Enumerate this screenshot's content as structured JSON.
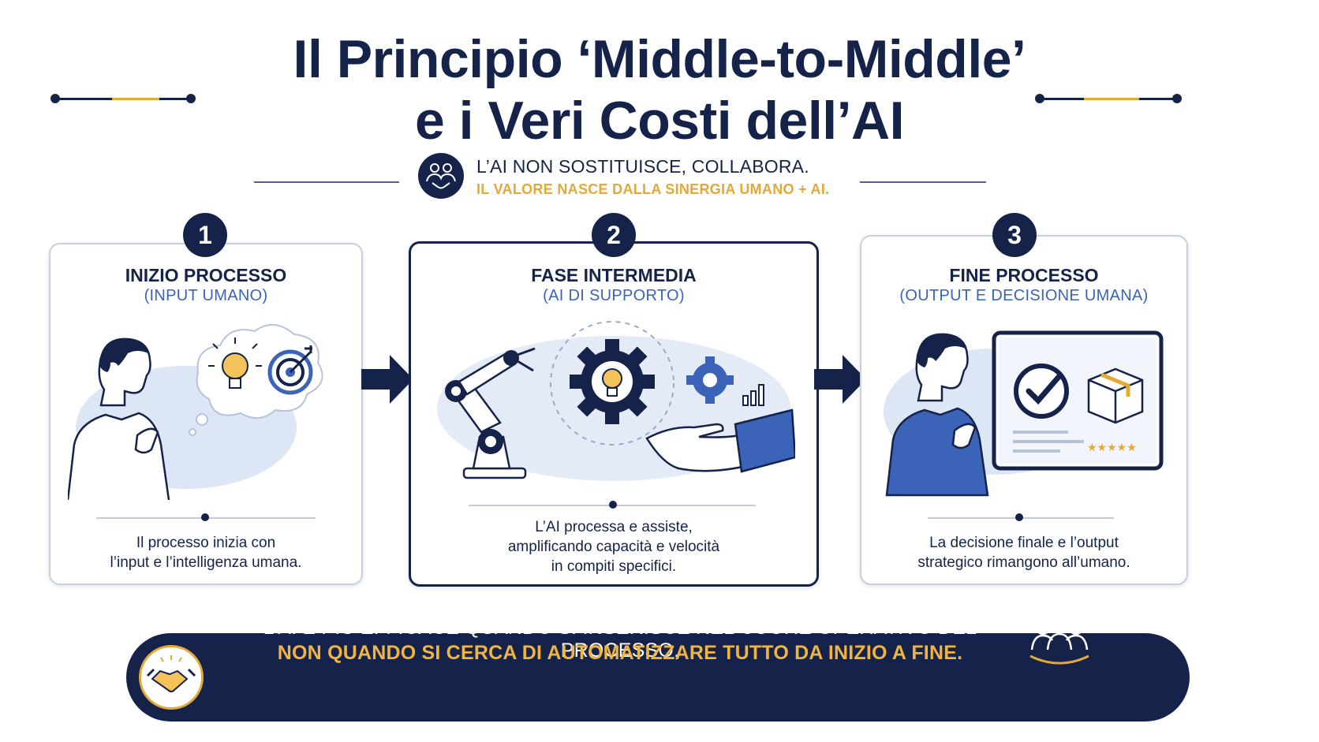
{
  "header": {
    "title_line1": "Il Principio ‘Middle-to-Middle’",
    "title_line2": "e i Veri Costi dell’AI",
    "tagline_main": "L’AI NON SOSTITUISCE, COLLABORA.",
    "tagline_accent": "IL VALORE NASCE DALLA SINERGIA UMANO + AI.",
    "tagline_icon": "handshake-people-icon"
  },
  "steps": [
    {
      "number": "1",
      "title": "INIZIO PROCESSO",
      "subtitle": "(INPUT UMANO)",
      "desc_lines": [
        "Il processo inizia con",
        "l’input e l’intelligenza umana."
      ],
      "illustration": "thinking-person-lightbulb-target"
    },
    {
      "number": "2",
      "title": "FASE INTERMEDIA",
      "subtitle": "(AI DI SUPPORTO)",
      "desc_lines": [
        "L’AI processa e assiste,",
        "amplificando capacità e velocità",
        "in compiti specifici."
      ],
      "illustration": "robot-arm-gears-human-hand"
    },
    {
      "number": "3",
      "title": "FINE PROCESSO",
      "subtitle": "(OUTPUT E DECISIONE UMANA)",
      "desc_lines": [
        "La decisione finale e l’output",
        "strategico rimangono all’umano."
      ],
      "illustration": "person-reviewing-screen-check-box-stars"
    }
  ],
  "banner": {
    "line1": "L’AI È PIÙ EFFICACE QUANDO SI INSERISCE NEL CUORE OPERATIVO DEL PROCESSO,",
    "line2": "NON QUANDO SI CERCA DI AUTOMATIZZARE TUTTO DA INIZIO A FINE.",
    "left_icon": "handshake-icon",
    "right_icon": "team-people-icon"
  },
  "colors": {
    "navy": "#15234b",
    "gold": "#e3a936",
    "blue": "#3b63b8",
    "light_blue": "#dde6f5"
  }
}
